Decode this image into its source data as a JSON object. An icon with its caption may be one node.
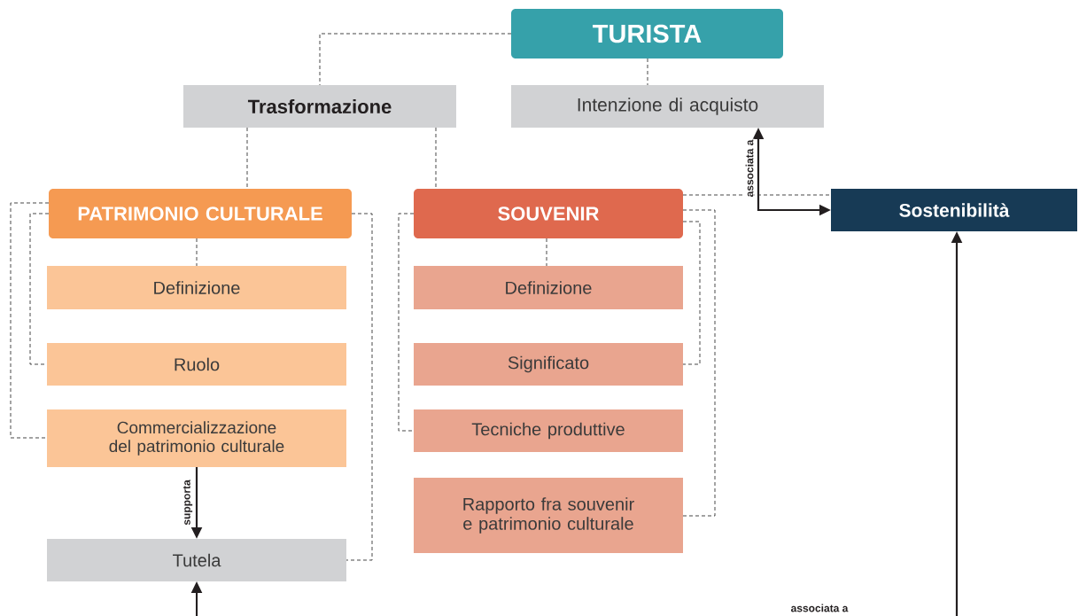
{
  "diagram": {
    "nodes": [
      {
        "text": [
          "TURISTA"
        ]
      },
      {
        "text": [
          "Trasformazione"
        ]
      },
      {
        "text": [
          "Intenzione di acquisto"
        ]
      },
      {
        "text": [
          "PATRIMONIO CULTURALE"
        ]
      },
      {
        "text": [
          "SOUVENIR"
        ]
      },
      {
        "text": [
          "Sostenibilità"
        ]
      },
      {
        "text": [
          "Definizione"
        ]
      },
      {
        "text": [
          "Ruolo"
        ]
      },
      {
        "text": [
          "Commercializzazione del patrimonio culturale"
        ]
      },
      {
        "text": [
          "Tutela"
        ]
      },
      {
        "text": [
          "Definizione"
        ]
      },
      {
        "text": [
          "Significato"
        ]
      },
      {
        "text": [
          "Tecniche produttive"
        ]
      },
      {
        "text": [
          "Rapporto fra souvenir e patrimonio culturale"
        ]
      }
    ],
    "edges": [
      {
        "from": 0,
        "to": 1,
        "arrow": "none",
        "style": "dashed"
      },
      {
        "from": 0,
        "to": 2,
        "arrow": "none",
        "style": "dashed"
      },
      {
        "from": 1,
        "to": 3,
        "arrow": "none",
        "style": "dashed"
      },
      {
        "from": 1,
        "to": 4,
        "arrow": "none",
        "style": "dashed"
      },
      {
        "from": 3,
        "to": 6,
        "arrow": "none",
        "style": "dashed"
      },
      {
        "from": 3,
        "to": 7,
        "arrow": "none",
        "style": "dashed"
      },
      {
        "from": 3,
        "to": 8,
        "arrow": "none",
        "style": "dashed"
      },
      {
        "from": 3,
        "to": 9,
        "arrow": "none",
        "style": "dashed"
      },
      {
        "from": 4,
        "to": 10,
        "arrow": "none",
        "style": "dashed"
      },
      {
        "from": 4,
        "to": 11,
        "arrow": "none",
        "style": "dashed"
      },
      {
        "from": 4,
        "to": 12,
        "arrow": "none",
        "style": "dashed"
      },
      {
        "from": 4,
        "to": 13,
        "arrow": "none",
        "style": "dashed"
      },
      {
        "from": 4,
        "to": 5,
        "arrow": "none",
        "style": "dashed"
      },
      {
        "from": 5,
        "to": 2,
        "arrow": "both",
        "label": "associata a"
      },
      {
        "from": 8,
        "to": 9,
        "arrow": "to",
        "label": "supporta"
      },
      {
        "from": null,
        "to": 9,
        "arrow": "to"
      },
      {
        "from": null,
        "to": 5,
        "arrow": "to"
      }
    ],
    "labels": [
      "associata a"
    ]
  }
}
